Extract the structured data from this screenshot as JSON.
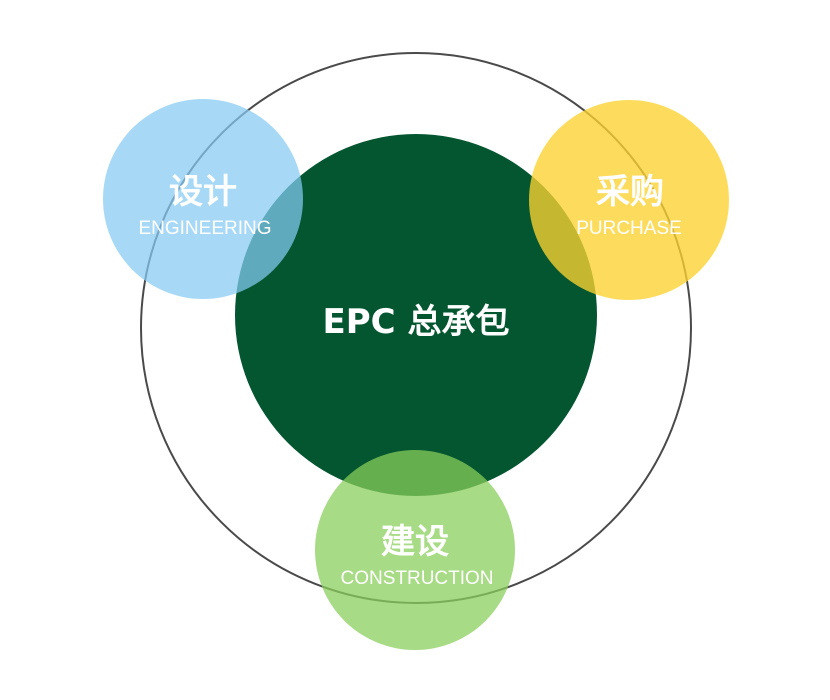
{
  "center": {
    "label": "EPC 总承包",
    "color": "#035630"
  },
  "nodes": {
    "engineering": {
      "cn": "设计",
      "en": "ENGINEERING",
      "color": "#85CBF4"
    },
    "purchase": {
      "cn": "采购",
      "en": "PURCHASE",
      "color": "#FDD22F"
    },
    "construction": {
      "cn": "建设",
      "en": "CONSTRUCTION",
      "color": "#8ACF5A"
    }
  },
  "ring_color": "#4a4a4a"
}
